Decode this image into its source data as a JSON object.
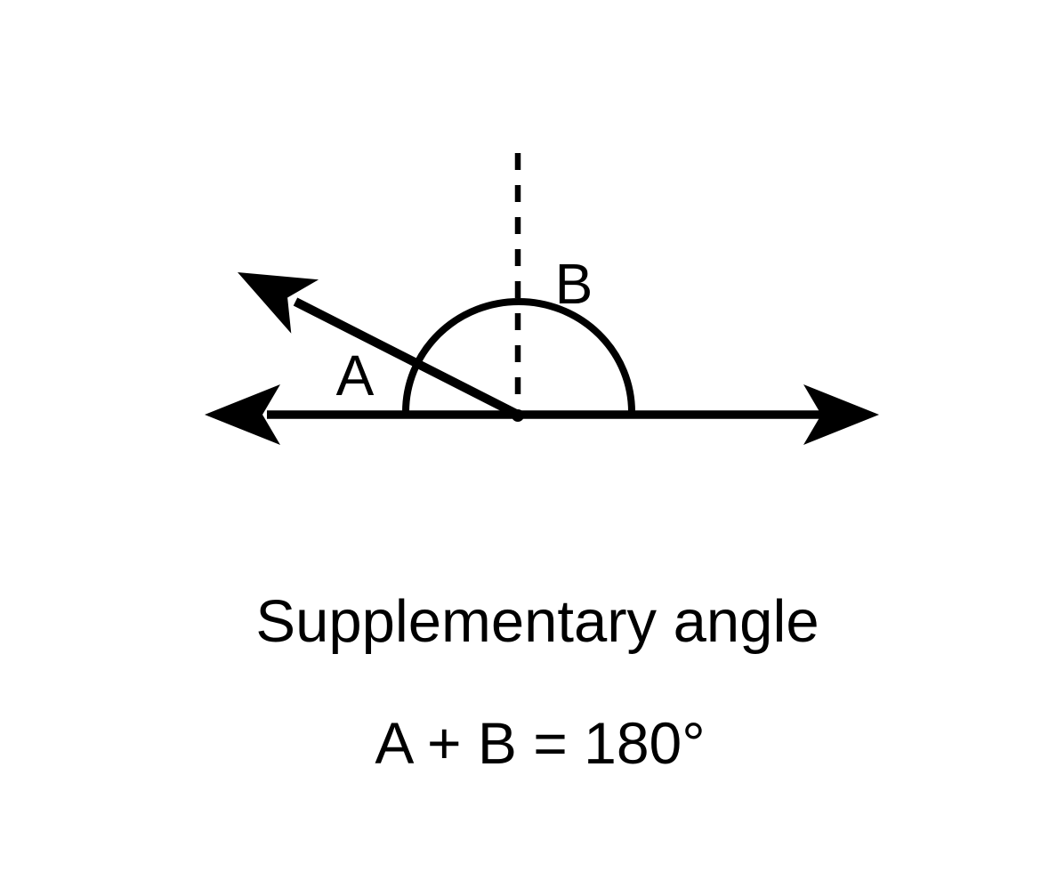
{
  "figure": {
    "angle_a_label": "A",
    "angle_b_label": "B",
    "caption_title": "Supplementary angle",
    "caption_formula": "A + B = 180°",
    "ink_color": "#000000",
    "background_color": "#ffffff"
  }
}
